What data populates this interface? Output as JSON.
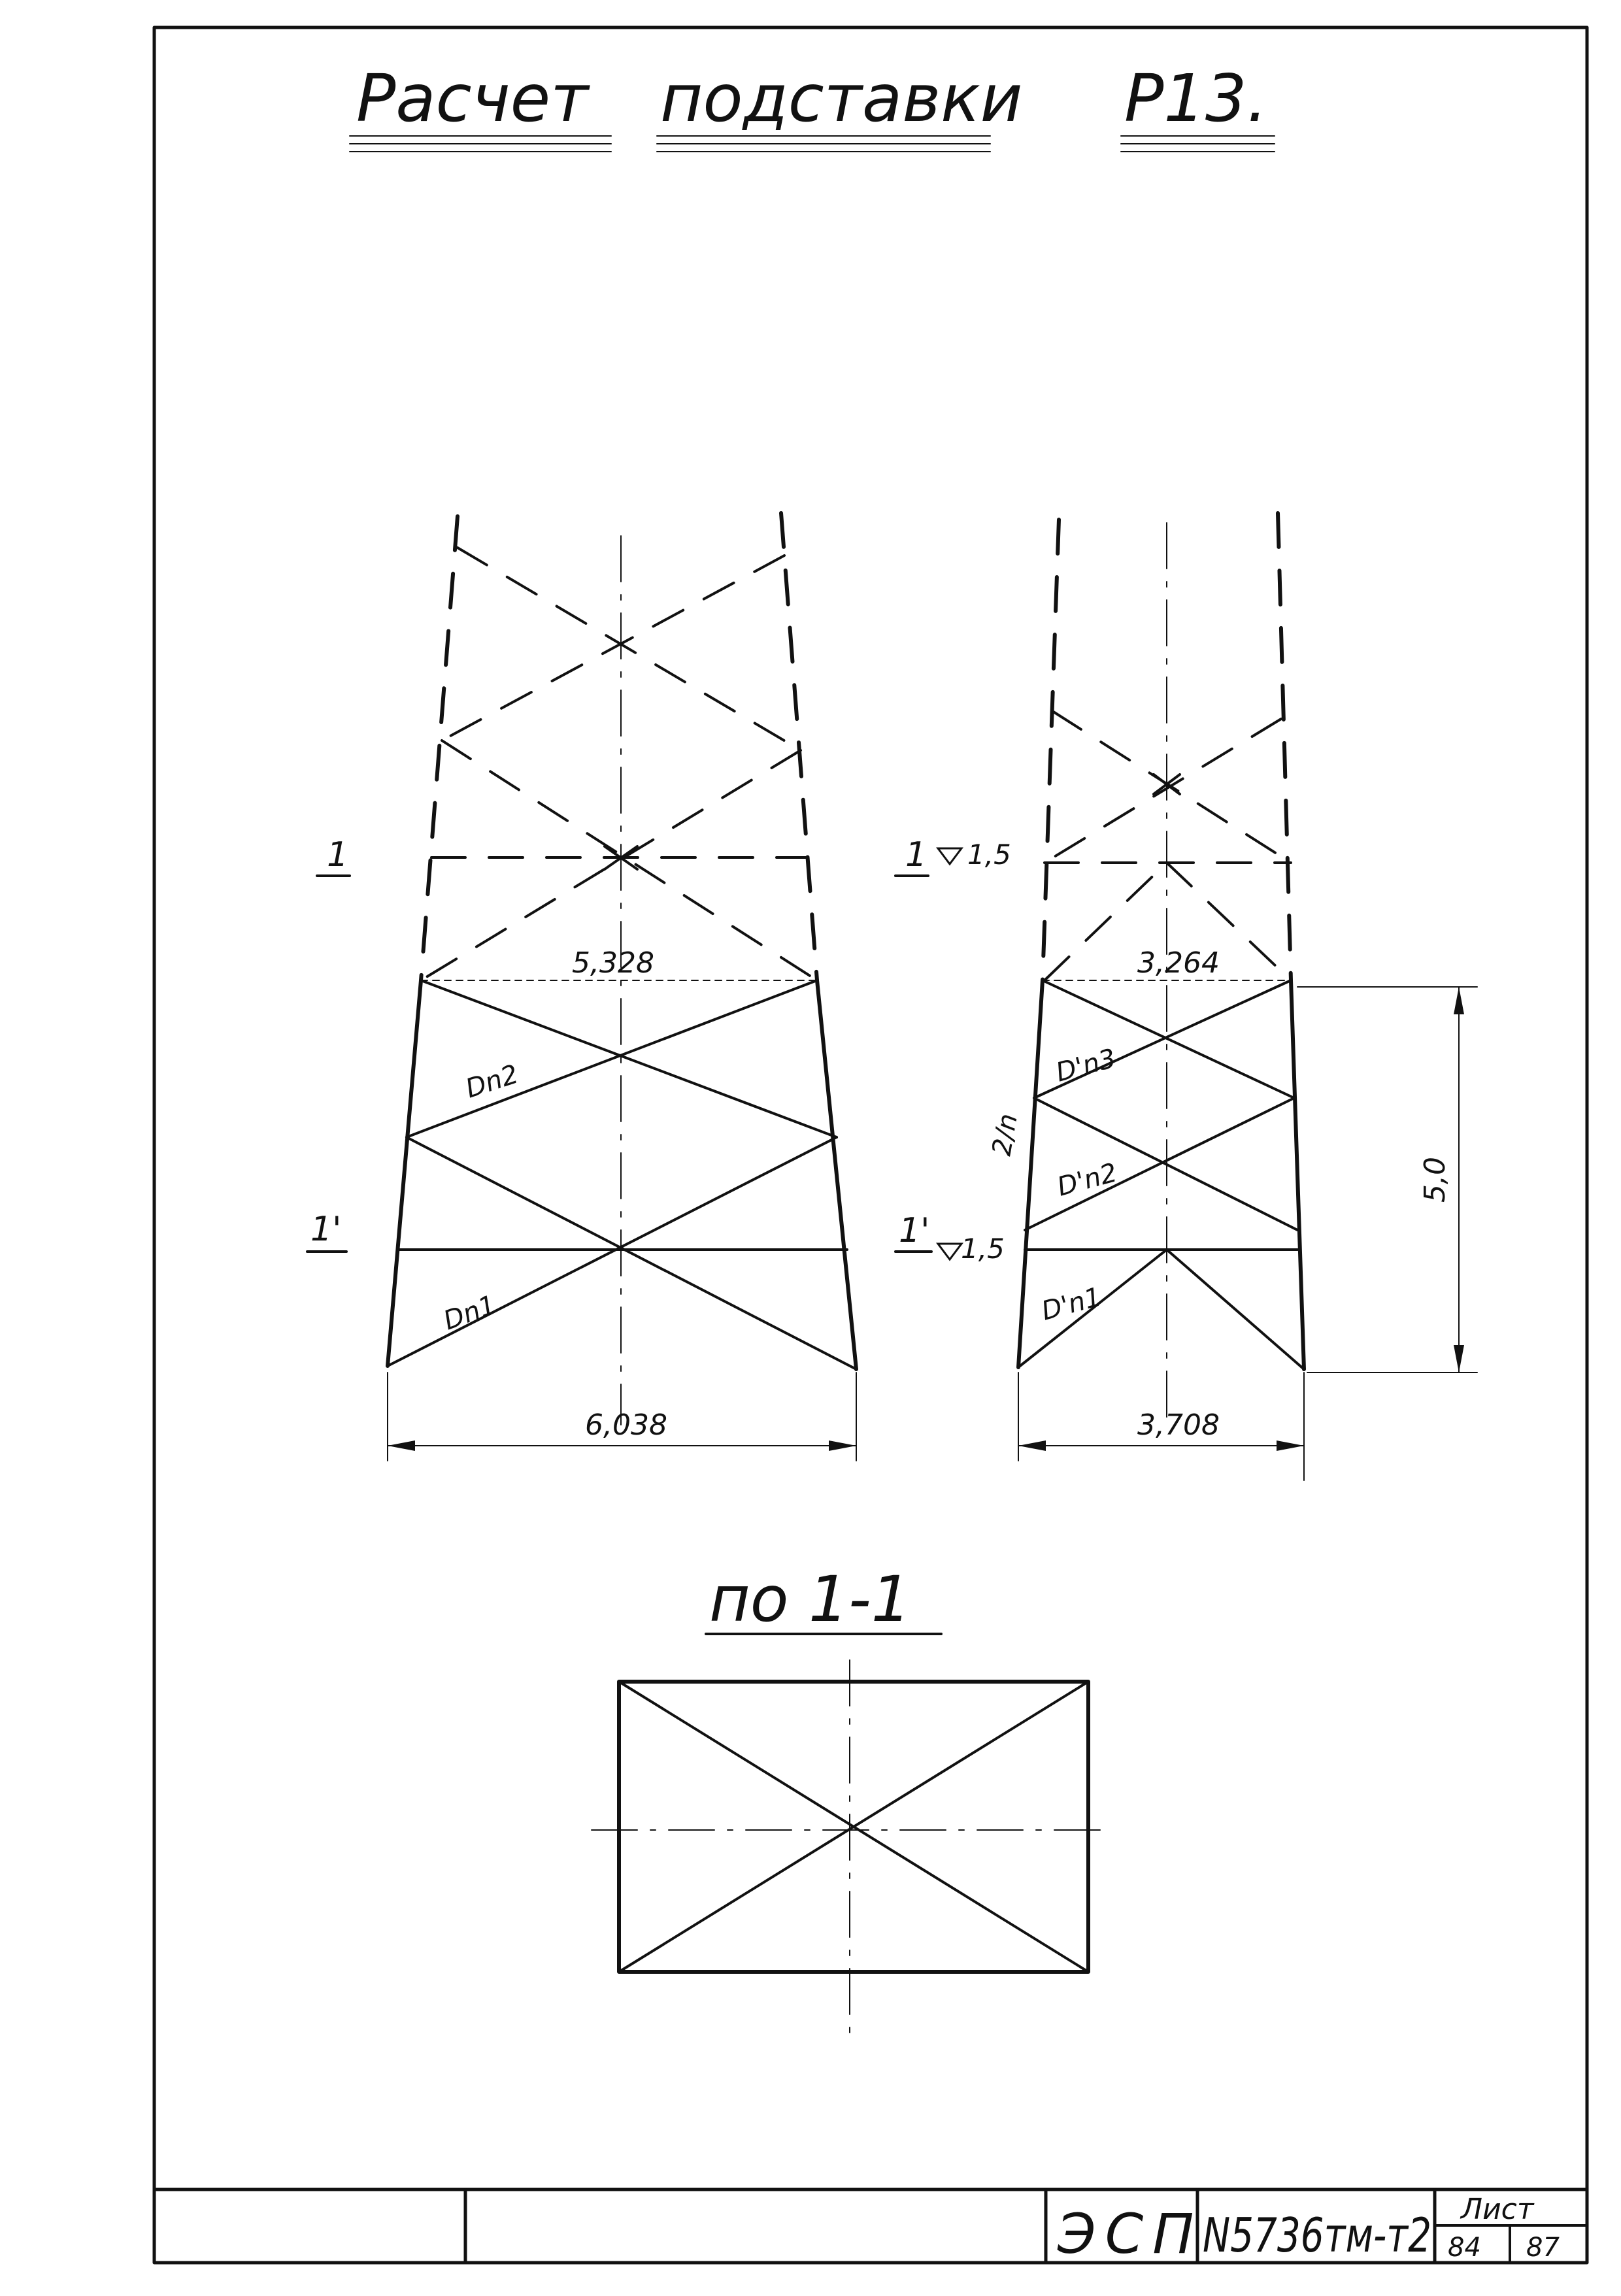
{
  "title": {
    "word1": "Расчет",
    "word2": "подставки",
    "code": "Р13."
  },
  "front_view": {
    "section_mark": "1",
    "section_mark_lower": "1'",
    "width_top": "5,328",
    "width_bottom": "6,038",
    "member_upper": "Dn2",
    "member_lower": "Dn1"
  },
  "side_view": {
    "section_mark": "1",
    "elevation_top": "1,5",
    "section_mark_lower": "1'",
    "elevation_lower": "1,5",
    "width_top": "3,264",
    "width_bottom": "3,708",
    "member_top": "D'n3",
    "member_mid": "D'n2",
    "member_low": "D'n1",
    "leg_label": "2/n",
    "height": "5,0"
  },
  "plan_view": {
    "title": "по 1-1"
  },
  "title_block": {
    "org": "ЭСП",
    "doc_number": "N5736тм-т2",
    "sheet_label": "Лист",
    "sheet_no": "84",
    "sheet_total": "87"
  }
}
